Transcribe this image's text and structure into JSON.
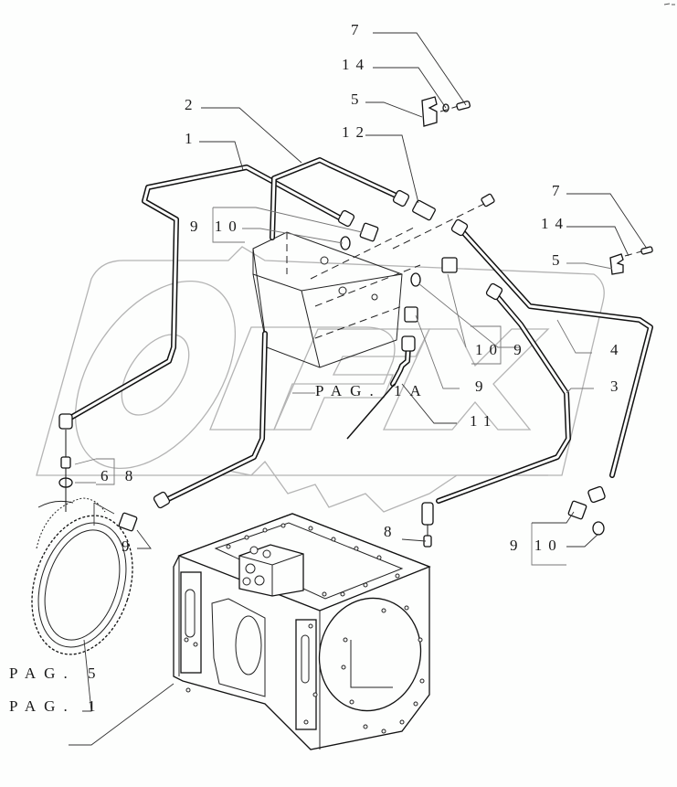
{
  "diagram": {
    "type": "exploded-parts-diagram",
    "subject": "Hydraulic pipes on transmission housing",
    "watermark": "OPEX",
    "callouts": [
      {
        "id": "c7a",
        "text": "7"
      },
      {
        "id": "c14a",
        "text": "14"
      },
      {
        "id": "c5a",
        "text": "5"
      },
      {
        "id": "c2",
        "text": "2"
      },
      {
        "id": "c1",
        "text": "1"
      },
      {
        "id": "c12",
        "text": "12"
      },
      {
        "id": "c910a",
        "text": "9 10"
      },
      {
        "id": "c7b",
        "text": "7"
      },
      {
        "id": "c14b",
        "text": "14"
      },
      {
        "id": "c5b",
        "text": "5"
      },
      {
        "id": "c109",
        "text": "10 9"
      },
      {
        "id": "c4",
        "text": "4"
      },
      {
        "id": "c9a",
        "text": "9"
      },
      {
        "id": "c3",
        "text": "3"
      },
      {
        "id": "c11",
        "text": "11"
      },
      {
        "id": "c68",
        "text": "6 8"
      },
      {
        "id": "c9b",
        "text": "9"
      },
      {
        "id": "c8",
        "text": "8"
      },
      {
        "id": "c910b",
        "text": "9 10"
      }
    ],
    "page_refs": [
      {
        "id": "pag1a",
        "text": "PAG. 1A"
      },
      {
        "id": "pag5",
        "text": "PAG. 5"
      },
      {
        "id": "pag1",
        "text": "PAG. 1"
      }
    ],
    "parts": [
      {
        "number": "1",
        "name": "pipe"
      },
      {
        "number": "2",
        "name": "pipe"
      },
      {
        "number": "3",
        "name": "pipe"
      },
      {
        "number": "4",
        "name": "pipe"
      },
      {
        "number": "5",
        "name": "clamp"
      },
      {
        "number": "6",
        "name": "union"
      },
      {
        "number": "7",
        "name": "screw"
      },
      {
        "number": "8",
        "name": "seal washer"
      },
      {
        "number": "9",
        "name": "elbow fitting"
      },
      {
        "number": "10",
        "name": "seal washer"
      },
      {
        "number": "11",
        "name": "pipe"
      },
      {
        "number": "12",
        "name": "tee fitting"
      },
      {
        "number": "14",
        "name": "washer"
      }
    ],
    "colors": {
      "background": "#fdfefd",
      "line": "#111111",
      "watermark": "#b4b4b4"
    }
  }
}
